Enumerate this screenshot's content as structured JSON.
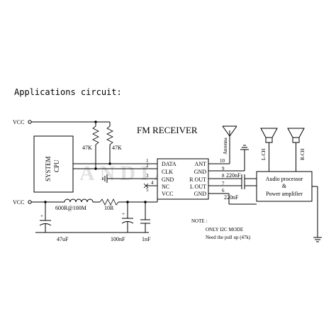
{
  "heading": "Applications circuit:",
  "title": "FM RECEIVER",
  "watermark": "ANDIAS",
  "system_cpu": {
    "line1": "SYSTEM",
    "line2": "CPU"
  },
  "vcc_label": "VCC",
  "pullups": [
    "47K",
    "47K"
  ],
  "ic": {
    "pin_numbers_left": [
      "1",
      "2",
      "3",
      "4",
      "5"
    ],
    "pins_left": [
      "DATA",
      "CLK",
      "GND",
      "NC",
      "VCC"
    ],
    "pin_numbers_right": [
      "10",
      "9",
      "8",
      "7",
      "6"
    ],
    "pins_right": [
      "ANT",
      "GND",
      "R OUT",
      "L OUT",
      "GND"
    ]
  },
  "antenna_label": "Antenna",
  "coupling_caps": [
    "220nF",
    "220nF"
  ],
  "speakers": [
    "L-CH",
    "R-CH"
  ],
  "audio_box": {
    "line1": "Audio processor",
    "line2": "&",
    "line3": "Power amplifier"
  },
  "filter": {
    "inductor": "600R@100M",
    "resistor": "10R",
    "caps": [
      "47uF",
      "100nF",
      "1nF"
    ],
    "polarity": "+"
  },
  "note": {
    "title": "NOTE :",
    "line1": "ONLY I2C MODE",
    "line2": "Need the pull up (47k)"
  }
}
